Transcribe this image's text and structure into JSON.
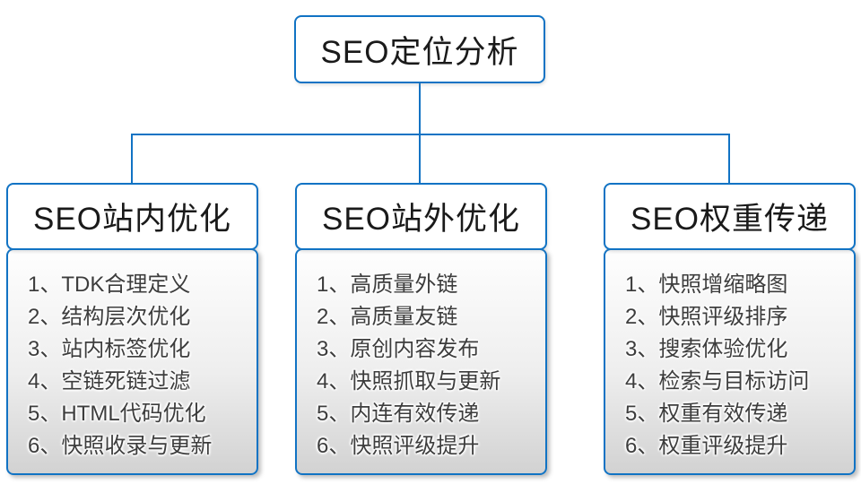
{
  "palette": {
    "connector_blue": "#1173C4",
    "panel_gradient_top": "#FEFEFE",
    "panel_gradient_bottom": "#D2D2D2",
    "header_text_color": "#1A1A1A",
    "item_text_color": "#3D3D3D"
  },
  "root": {
    "title": "SEO定位分析"
  },
  "branches": [
    {
      "title": "SEO站内优化",
      "items": [
        "1、TDK合理定义",
        "2、结构层次优化",
        "3、站内标签优化",
        "4、空链死链过滤",
        "5、HTML代码优化",
        "6、快照收录与更新"
      ]
    },
    {
      "title": "SEO站外优化",
      "items": [
        "1、高质量外链",
        "2、高质量友链",
        "3、原创内容发布",
        "4、快照抓取与更新",
        "5、内连有效传递",
        "6、快照评级提升"
      ]
    },
    {
      "title": "SEO权重传递",
      "items": [
        "1、快照增缩略图",
        "2、快照评级排序",
        "3、搜索体验优化",
        "4、检索与目标访问",
        "5、权重有效传递",
        "6、权重评级提升"
      ]
    }
  ]
}
